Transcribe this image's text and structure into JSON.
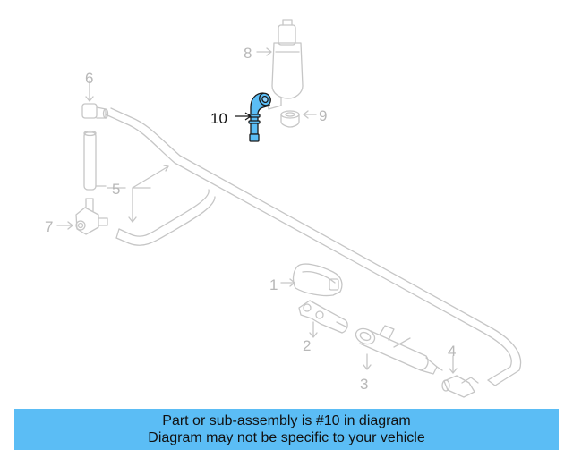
{
  "diagram": {
    "callouts": [
      "1",
      "2",
      "3",
      "4",
      "5",
      "6",
      "7",
      "8",
      "9",
      "10"
    ],
    "highlighted_part": "10"
  },
  "banner": {
    "line1": "Part or sub-assembly is #10 in diagram",
    "line2": "Diagram may not be specific to your vehicle",
    "background": "#5bbdf5"
  },
  "colors": {
    "outline": "#c6c6c6",
    "highlight_fill": "#5bbdf5",
    "highlight_stroke": "#1a1a1a"
  }
}
